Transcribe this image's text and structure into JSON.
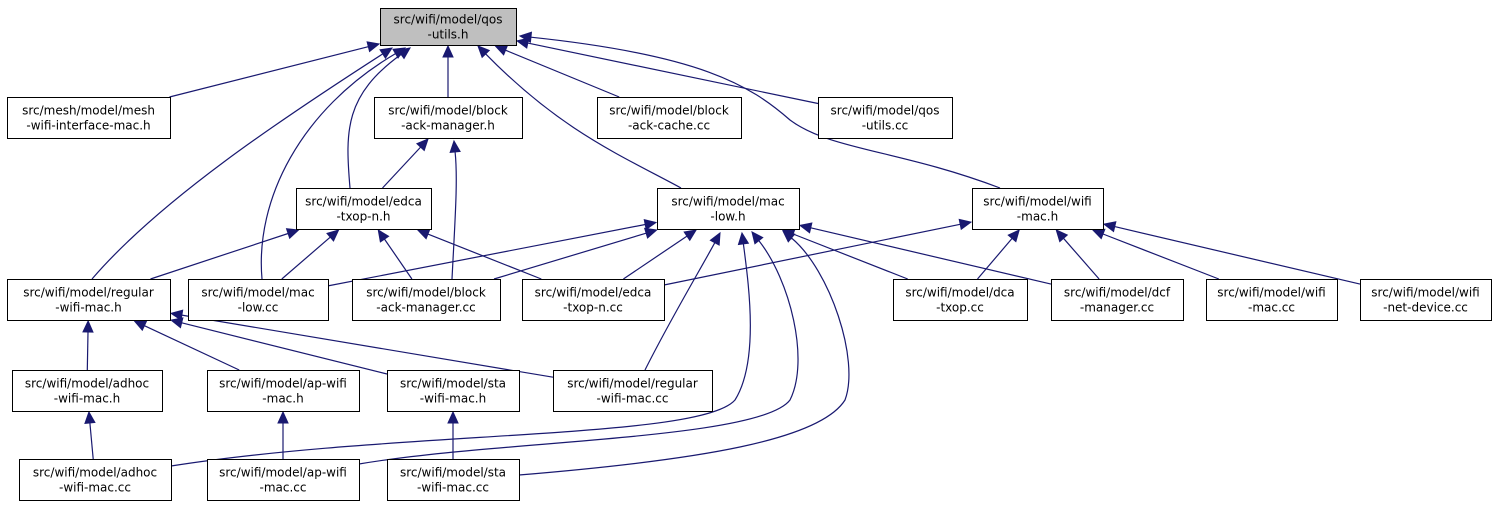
{
  "graph": {
    "nodes": [
      {
        "id": "qos_utils_h",
        "lines": [
          "src/wifi/model/qos",
          "-utils.h"
        ],
        "root": true
      },
      {
        "id": "mesh_wifi_interface_mac_h",
        "lines": [
          "src/mesh/model/mesh",
          "-wifi-interface-mac.h"
        ]
      },
      {
        "id": "block_ack_manager_h",
        "lines": [
          "src/wifi/model/block",
          "-ack-manager.h"
        ]
      },
      {
        "id": "block_ack_cache_cc",
        "lines": [
          "src/wifi/model/block",
          "-ack-cache.cc"
        ]
      },
      {
        "id": "qos_utils_cc",
        "lines": [
          "src/wifi/model/qos",
          "-utils.cc"
        ]
      },
      {
        "id": "edca_txop_n_h",
        "lines": [
          "src/wifi/model/edca",
          "-txop-n.h"
        ]
      },
      {
        "id": "mac_low_h",
        "lines": [
          "src/wifi/model/mac",
          "-low.h"
        ]
      },
      {
        "id": "wifi_mac_h",
        "lines": [
          "src/wifi/model/wifi",
          "-mac.h"
        ]
      },
      {
        "id": "regular_wifi_mac_h",
        "lines": [
          "src/wifi/model/regular",
          "-wifi-mac.h"
        ]
      },
      {
        "id": "mac_low_cc",
        "lines": [
          "src/wifi/model/mac",
          "-low.cc"
        ]
      },
      {
        "id": "block_ack_manager_cc",
        "lines": [
          "src/wifi/model/block",
          "-ack-manager.cc"
        ]
      },
      {
        "id": "edca_txop_n_cc",
        "lines": [
          "src/wifi/model/edca",
          "-txop-n.cc"
        ]
      },
      {
        "id": "dca_txop_cc",
        "lines": [
          "src/wifi/model/dca",
          "-txop.cc"
        ]
      },
      {
        "id": "dcf_manager_cc",
        "lines": [
          "src/wifi/model/dcf",
          "-manager.cc"
        ]
      },
      {
        "id": "wifi_mac_cc",
        "lines": [
          "src/wifi/model/wifi",
          "-mac.cc"
        ]
      },
      {
        "id": "wifi_net_device_cc",
        "lines": [
          "src/wifi/model/wifi",
          "-net-device.cc"
        ]
      },
      {
        "id": "adhoc_wifi_mac_h",
        "lines": [
          "src/wifi/model/adhoc",
          "-wifi-mac.h"
        ]
      },
      {
        "id": "ap_wifi_mac_h",
        "lines": [
          "src/wifi/model/ap-wifi",
          "-mac.h"
        ]
      },
      {
        "id": "sta_wifi_mac_h",
        "lines": [
          "src/wifi/model/sta",
          "-wifi-mac.h"
        ]
      },
      {
        "id": "regular_wifi_mac_cc",
        "lines": [
          "src/wifi/model/regular",
          "-wifi-mac.cc"
        ]
      },
      {
        "id": "adhoc_wifi_mac_cc",
        "lines": [
          "src/wifi/model/adhoc",
          "-wifi-mac.cc"
        ]
      },
      {
        "id": "ap_wifi_mac_cc",
        "lines": [
          "src/wifi/model/ap-wifi",
          "-mac.cc"
        ]
      },
      {
        "id": "sta_wifi_mac_cc",
        "lines": [
          "src/wifi/model/sta",
          "-wifi-mac.cc"
        ]
      }
    ],
    "edges": [
      {
        "from": "mesh_wifi_interface_mac_h",
        "to": "qos_utils_h"
      },
      {
        "from": "block_ack_manager_h",
        "to": "qos_utils_h"
      },
      {
        "from": "block_ack_cache_cc",
        "to": "qos_utils_h"
      },
      {
        "from": "qos_utils_cc",
        "to": "qos_utils_h"
      },
      {
        "from": "edca_txop_n_h",
        "to": "qos_utils_h"
      },
      {
        "from": "mac_low_h",
        "to": "qos_utils_h"
      },
      {
        "from": "wifi_mac_h",
        "to": "qos_utils_h"
      },
      {
        "from": "regular_wifi_mac_h",
        "to": "qos_utils_h"
      },
      {
        "from": "mac_low_cc",
        "to": "qos_utils_h"
      },
      {
        "from": "edca_txop_n_h",
        "to": "block_ack_manager_h"
      },
      {
        "from": "block_ack_manager_cc",
        "to": "block_ack_manager_h"
      },
      {
        "from": "regular_wifi_mac_h",
        "to": "edca_txop_n_h"
      },
      {
        "from": "mac_low_cc",
        "to": "edca_txop_n_h"
      },
      {
        "from": "block_ack_manager_cc",
        "to": "edca_txop_n_h"
      },
      {
        "from": "edca_txop_n_cc",
        "to": "edca_txop_n_h"
      },
      {
        "from": "mac_low_cc",
        "to": "mac_low_h"
      },
      {
        "from": "block_ack_manager_cc",
        "to": "mac_low_h"
      },
      {
        "from": "edca_txop_n_cc",
        "to": "mac_low_h"
      },
      {
        "from": "dca_txop_cc",
        "to": "mac_low_h"
      },
      {
        "from": "dcf_manager_cc",
        "to": "mac_low_h"
      },
      {
        "from": "regular_wifi_mac_cc",
        "to": "mac_low_h"
      },
      {
        "from": "adhoc_wifi_mac_cc",
        "to": "mac_low_h"
      },
      {
        "from": "ap_wifi_mac_cc",
        "to": "mac_low_h"
      },
      {
        "from": "sta_wifi_mac_cc",
        "to": "mac_low_h"
      },
      {
        "from": "edca_txop_n_cc",
        "to": "wifi_mac_h"
      },
      {
        "from": "dca_txop_cc",
        "to": "wifi_mac_h"
      },
      {
        "from": "dcf_manager_cc",
        "to": "wifi_mac_h"
      },
      {
        "from": "wifi_mac_cc",
        "to": "wifi_mac_h"
      },
      {
        "from": "wifi_net_device_cc",
        "to": "wifi_mac_h"
      },
      {
        "from": "adhoc_wifi_mac_h",
        "to": "regular_wifi_mac_h"
      },
      {
        "from": "ap_wifi_mac_h",
        "to": "regular_wifi_mac_h"
      },
      {
        "from": "sta_wifi_mac_h",
        "to": "regular_wifi_mac_h"
      },
      {
        "from": "regular_wifi_mac_cc",
        "to": "regular_wifi_mac_h"
      },
      {
        "from": "adhoc_wifi_mac_cc",
        "to": "adhoc_wifi_mac_h"
      },
      {
        "from": "ap_wifi_mac_cc",
        "to": "ap_wifi_mac_h"
      },
      {
        "from": "sta_wifi_mac_cc",
        "to": "sta_wifi_mac_h"
      }
    ],
    "colors": {
      "edge": "#191970",
      "node_fill": "#ffffff",
      "root_fill": "#bfbfbf",
      "border": "#000000"
    }
  }
}
